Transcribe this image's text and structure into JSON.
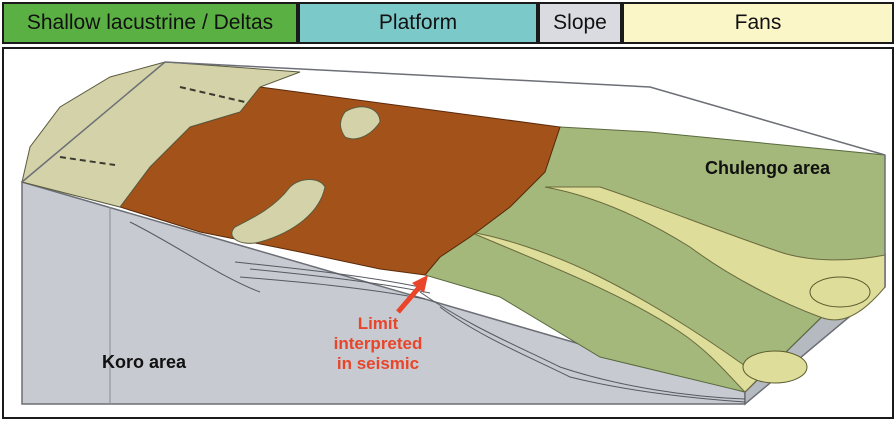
{
  "legend": {
    "shallow_lacustrine_deltas": {
      "label": "Shallow lacustrine / Deltas",
      "color": "#5bb043"
    },
    "platform": {
      "label": "Platform",
      "color": "#7cc9c9"
    },
    "slope": {
      "label": "Slope",
      "color": "#d9dbe0"
    },
    "fans": {
      "label": "Fans",
      "color": "#fbf6c8"
    }
  },
  "diagram": {
    "chulengo_label": "Chulengo area",
    "koro_label": "Koro area",
    "limit_label": "Limit\ninterpreted\nin seismic",
    "colors": {
      "delta_surface": "#d3d2a8",
      "platform_surface": "#a3521a",
      "slope_fan_surface": "#a3b87a",
      "fan_lobes": "#dede9a",
      "block_side": "#c7cad0",
      "arrow": "#e8452a"
    }
  }
}
